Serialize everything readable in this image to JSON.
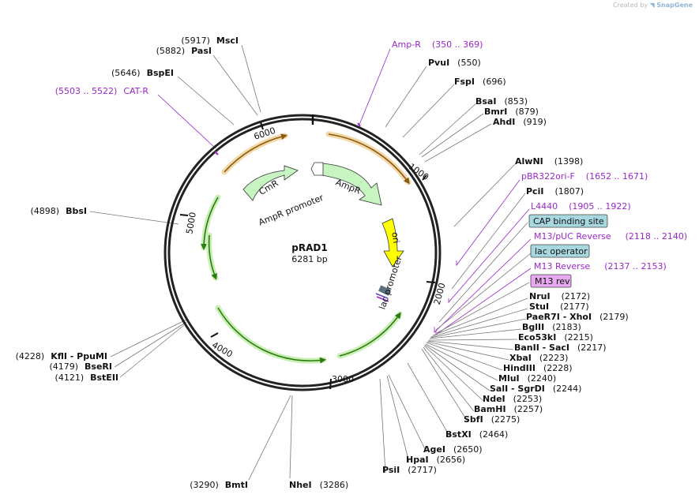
{
  "header": {
    "credit_prefix": "Created by",
    "credit_brand": "SnapGene"
  },
  "plasmid": {
    "name": "pRAD1",
    "length": 6281,
    "length_label": "6281 bp",
    "ticks": [
      {
        "label": "1000",
        "pos": 1000
      },
      {
        "label": "2000",
        "pos": 2000
      },
      {
        "label": "3000",
        "pos": 3000
      },
      {
        "label": "4000",
        "pos": 4000
      },
      {
        "label": "5000",
        "pos": 5000
      },
      {
        "label": "6000",
        "pos": 6000
      }
    ]
  },
  "sites": [
    {
      "id": "msci",
      "name": "MscI",
      "pos_text": "(5917)",
      "pos": 5917
    },
    {
      "id": "pasi",
      "name": "PasI",
      "pos_text": "(5882)",
      "pos": 5882
    },
    {
      "id": "bspei",
      "name": "BspEI",
      "pos_text": "(5646)",
      "pos": 5646
    },
    {
      "id": "pvui",
      "name": "PvuI",
      "pos_text": "(550)",
      "pos": 550
    },
    {
      "id": "fspi",
      "name": "FspI",
      "pos_text": "(696)",
      "pos": 696
    },
    {
      "id": "bsai",
      "name": "BsaI",
      "pos_text": "(853)",
      "pos": 853
    },
    {
      "id": "bmri",
      "name": "BmrI",
      "pos_text": "(879)",
      "pos": 879
    },
    {
      "id": "ahdi",
      "name": "AhdI",
      "pos_text": "(919)",
      "pos": 919
    },
    {
      "id": "alwni",
      "name": "AlwNI",
      "pos_text": "(1398)",
      "pos": 1398
    },
    {
      "id": "pcii",
      "name": "PciI",
      "pos_text": "(1807)",
      "pos": 1807
    },
    {
      "id": "nrui",
      "name": "NruI",
      "pos_text": "(2172)",
      "pos": 2172
    },
    {
      "id": "stui",
      "name": "StuI",
      "pos_text": "(2177)",
      "pos": 2177
    },
    {
      "id": "paer7i",
      "name": "PaeR7I - XhoI",
      "pos_text": "(2179)",
      "pos": 2179
    },
    {
      "id": "bglii",
      "name": "BglII",
      "pos_text": "(2183)",
      "pos": 2183
    },
    {
      "id": "eco53ki",
      "name": "Eco53kI",
      "pos_text": "(2215)",
      "pos": 2215
    },
    {
      "id": "banii",
      "name": "BanII - SacI",
      "pos_text": "(2217)",
      "pos": 2217
    },
    {
      "id": "xbai",
      "name": "XbaI",
      "pos_text": "(2223)",
      "pos": 2223
    },
    {
      "id": "hindiii",
      "name": "HindIII",
      "pos_text": "(2228)",
      "pos": 2228
    },
    {
      "id": "mlui",
      "name": "MluI",
      "pos_text": "(2240)",
      "pos": 2240
    },
    {
      "id": "sali",
      "name": "SalI - SgrDI",
      "pos_text": "(2244)",
      "pos": 2244
    },
    {
      "id": "ndei",
      "name": "NdeI",
      "pos_text": "(2253)",
      "pos": 2253
    },
    {
      "id": "bamhi",
      "name": "BamHI",
      "pos_text": "(2257)",
      "pos": 2257
    },
    {
      "id": "sbfi",
      "name": "SbfI",
      "pos_text": "(2275)",
      "pos": 2275
    },
    {
      "id": "bstxi",
      "name": "BstXI",
      "pos_text": "(2464)",
      "pos": 2464
    },
    {
      "id": "agei",
      "name": "AgeI",
      "pos_text": "(2650)",
      "pos": 2650
    },
    {
      "id": "hpai",
      "name": "HpaI",
      "pos_text": "(2656)",
      "pos": 2656
    },
    {
      "id": "psii",
      "name": "PsiI",
      "pos_text": "(2717)",
      "pos": 2717
    },
    {
      "id": "nhei",
      "name": "NheI",
      "pos_text": "(3286)",
      "pos": 3286
    },
    {
      "id": "bmti",
      "name": "BmtI",
      "pos_text": "(3290)",
      "pos": 3290
    },
    {
      "id": "bstEII",
      "name": "BstEII",
      "pos_text": "(4121)",
      "pos": 4121
    },
    {
      "id": "bseri",
      "name": "BseRI",
      "pos_text": "(4179)",
      "pos": 4179
    },
    {
      "id": "kfli",
      "name": "KflI - PpuMI",
      "pos_text": "(4228)",
      "pos": 4228
    },
    {
      "id": "bbsi",
      "name": "BbsI",
      "pos_text": "(4898)",
      "pos": 4898
    }
  ],
  "primers": [
    {
      "id": "ampr-primer",
      "label": "Amp-R",
      "range": "(350 .. 369)",
      "pos": 360
    },
    {
      "id": "catr-primer",
      "label": "CAT-R",
      "range": "(5503 .. 5522)",
      "pos": 5512
    },
    {
      "id": "pbr322-primer",
      "label": "pBR322ori-F",
      "range": "(1652 .. 1671)",
      "pos": 1662
    },
    {
      "id": "l4440-primer",
      "label": "L4440",
      "range": "(1905 .. 1922)",
      "pos": 1914
    },
    {
      "id": "m13puc-primer",
      "label": "M13/pUC Reverse",
      "range": "(2118 .. 2140)",
      "pos": 2129
    },
    {
      "id": "m13rev-primer",
      "label": "M13 Reverse",
      "range": "(2137 .. 2153)",
      "pos": 2145
    }
  ],
  "boxed_features": [
    {
      "id": "cap-binding-site",
      "label": "CAP binding site",
      "color": "#a8d8df",
      "pos": 2066
    },
    {
      "id": "lac-operator",
      "label": "lac operator",
      "color": "#a8d8df",
      "pos": 2118
    },
    {
      "id": "m13-rev",
      "label": "M13 rev",
      "color": "#e6a8ef",
      "pos": 2150
    }
  ],
  "features": [
    {
      "id": "ampr",
      "label": "AmpR",
      "color": "#c6f5c2"
    },
    {
      "id": "ampr-promoter",
      "label": "AmpR promoter",
      "color": "#ffffff"
    },
    {
      "id": "cmr",
      "label": "CmR",
      "color": "#c6f5c2"
    },
    {
      "id": "ori",
      "label": "ori",
      "color": "#ffff00"
    },
    {
      "id": "lac-promoter",
      "label": "lac promoter",
      "color": "#ffffff"
    }
  ],
  "colors": {
    "backbone": "#222222",
    "orf_orange": "#e0a24a",
    "orf_green": "#9ad96a",
    "primer": "#9a27c9"
  }
}
